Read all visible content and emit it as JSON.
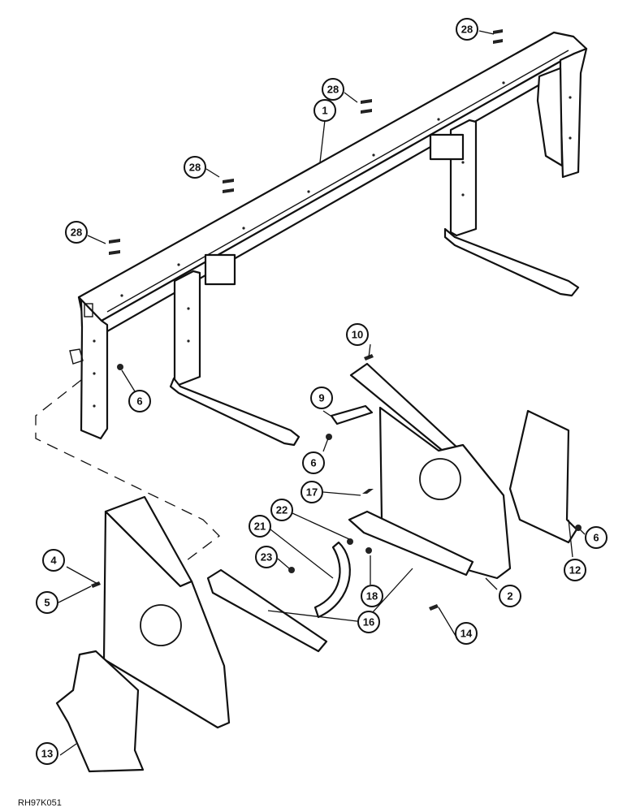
{
  "diagram": {
    "reference_code": "RH97K051",
    "callouts": [
      {
        "id": "c28a",
        "label": "28"
      },
      {
        "id": "c1",
        "label": "1"
      },
      {
        "id": "c28b",
        "label": "28"
      },
      {
        "id": "c28c",
        "label": "28"
      },
      {
        "id": "c28d",
        "label": "28"
      },
      {
        "id": "c10",
        "label": "10"
      },
      {
        "id": "c6a",
        "label": "6"
      },
      {
        "id": "c9",
        "label": "9"
      },
      {
        "id": "c6b",
        "label": "6"
      },
      {
        "id": "c17",
        "label": "17"
      },
      {
        "id": "c22",
        "label": "22"
      },
      {
        "id": "c21",
        "label": "21"
      },
      {
        "id": "c6c",
        "label": "6"
      },
      {
        "id": "c4",
        "label": "4"
      },
      {
        "id": "c23",
        "label": "23"
      },
      {
        "id": "c12",
        "label": "12"
      },
      {
        "id": "c5",
        "label": "5"
      },
      {
        "id": "c18",
        "label": "18"
      },
      {
        "id": "c2",
        "label": "2"
      },
      {
        "id": "c16",
        "label": "16"
      },
      {
        "id": "c14",
        "label": "14"
      },
      {
        "id": "c13",
        "label": "13"
      }
    ]
  }
}
